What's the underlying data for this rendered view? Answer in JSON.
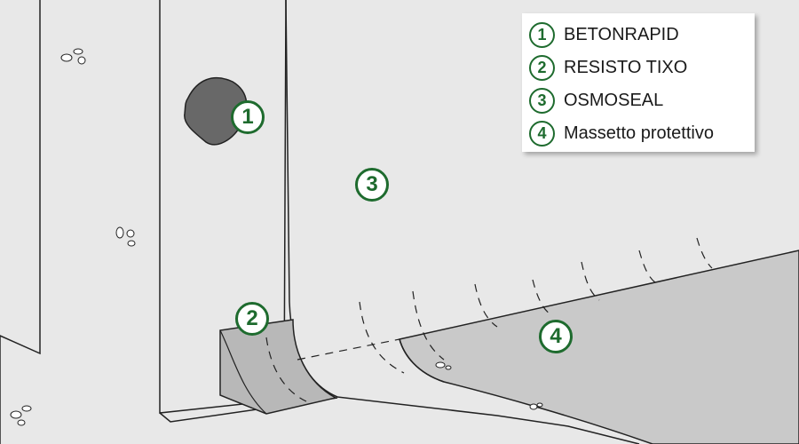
{
  "colors": {
    "wall": "#e8e8e8",
    "line": "#222222",
    "patch": "#686868",
    "fillet": "#b8b8b8",
    "screed": "#c9c9c9",
    "accent_green": "#1e6b2e"
  },
  "callouts": [
    {
      "number": "1"
    },
    {
      "number": "2"
    },
    {
      "number": "3"
    },
    {
      "number": "4"
    }
  ],
  "legend": {
    "items": [
      {
        "number": "1",
        "label": "BETONRAPID"
      },
      {
        "number": "2",
        "label": "RESISTO TIXO"
      },
      {
        "number": "3",
        "label": "OSMOSEAL"
      },
      {
        "number": "4",
        "label": "Massetto protettivo"
      }
    ]
  }
}
